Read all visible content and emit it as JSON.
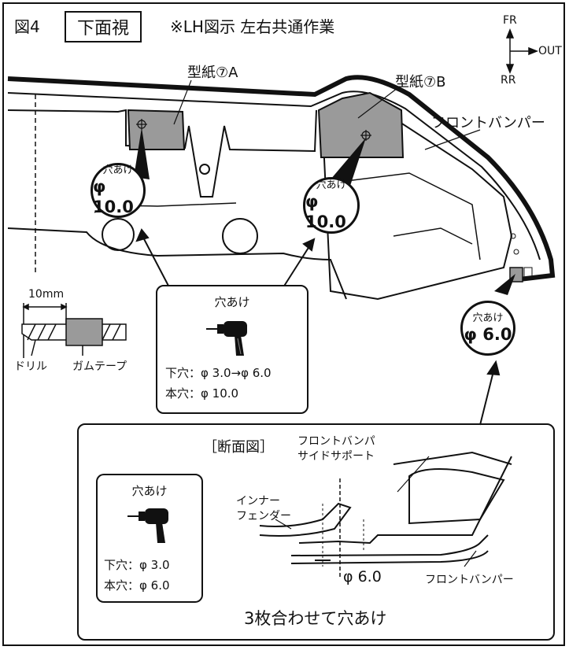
{
  "header": {
    "figure_no": "図4",
    "view_label": "下面視",
    "note": "※LH図示  左右共通作業"
  },
  "compass": {
    "fr": "FR",
    "rr": "RR",
    "out": "OUT"
  },
  "labels": {
    "template_a": "型紙⑦A",
    "template_b": "型紙⑦B",
    "front_bumper": "フロントバンパー"
  },
  "bubbles": {
    "a": {
      "top": "穴あけ",
      "size": "φ 10.0"
    },
    "b": {
      "top": "穴あけ",
      "size": "φ 10.0"
    },
    "c": {
      "top": "穴あけ",
      "size": "φ 6.0"
    }
  },
  "drill_card": {
    "title": "穴あけ",
    "pilot": "下穴：φ 3.0→φ 6.0",
    "main": "本穴：φ 10.0"
  },
  "drill_tip": {
    "length": "10mm",
    "drill": "ドリル",
    "tape": "ガムテープ"
  },
  "section": {
    "title": "［断面図］",
    "support": "フロントバンパ\nサイドサポート",
    "inner_fender": "インナー\nフェンダー",
    "hole": "φ 6.0",
    "bumper": "フロントバンパー",
    "caption": "3枚合わせて穴あけ",
    "card": {
      "title": "穴あけ",
      "pilot": "下穴：φ 3.0",
      "main": "本穴：φ 6.0"
    }
  },
  "colors": {
    "template_fill": "#9a9a9a",
    "line": "#111111"
  }
}
